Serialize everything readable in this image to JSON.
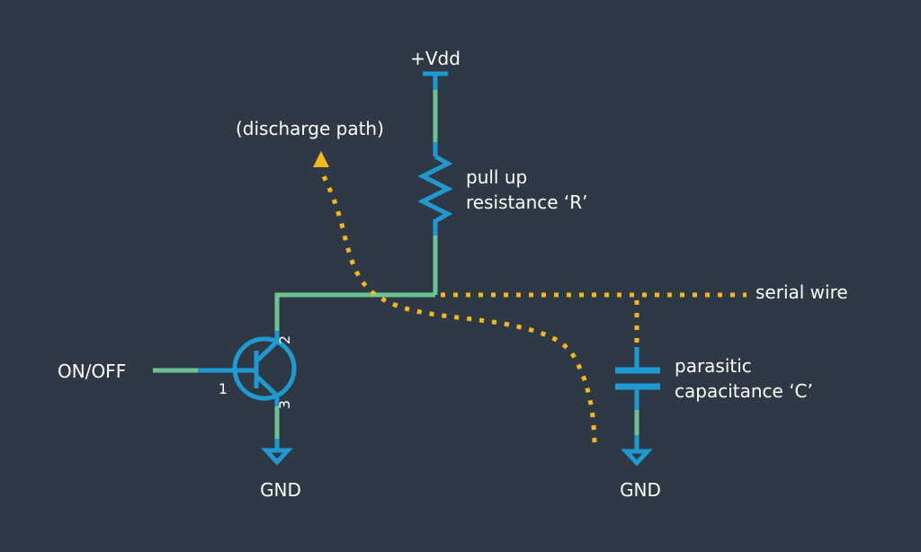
{
  "diagram": {
    "title": "Pull-up resistor circuit with parasitic capacitance",
    "labels": {
      "vdd": "+Vdd",
      "discharge_path": "(discharge path)",
      "resistor_line1": "pull up",
      "resistor_line2": "resistance ‘R’",
      "serial_wire": "serial wire",
      "capacitor_line1": "parasitic",
      "capacitor_line2": "capacitance ‘C’",
      "on_off": "ON/OFF",
      "gnd_left": "GND",
      "gnd_right": "GND"
    },
    "transistor_pins": {
      "base": "1",
      "collector": "2",
      "emitter": "3"
    },
    "colors": {
      "background": "#2f3845",
      "wire": "#6cc494",
      "component": "#1f9ad1",
      "signal_path": "#f2b81d",
      "text": "#ffffff"
    },
    "components": [
      {
        "id": "vdd",
        "type": "power-rail"
      },
      {
        "id": "R",
        "type": "resistor",
        "name": "pull up resistance"
      },
      {
        "id": "Q",
        "type": "npn-transistor"
      },
      {
        "id": "C",
        "type": "capacitor",
        "name": "parasitic capacitance"
      },
      {
        "id": "gnd1",
        "type": "ground"
      },
      {
        "id": "gnd2",
        "type": "ground"
      }
    ]
  }
}
